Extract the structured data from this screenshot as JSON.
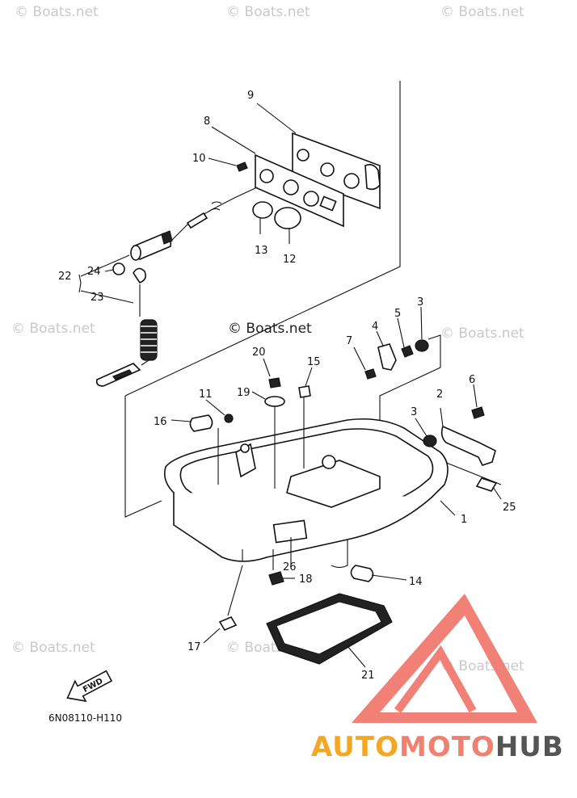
{
  "diagram": {
    "callouts": [
      "1",
      "2",
      "3",
      "3",
      "4",
      "5",
      "6",
      "7",
      "8",
      "9",
      "10",
      "11",
      "12",
      "13",
      "14",
      "15",
      "16",
      "17",
      "18",
      "19",
      "20",
      "21",
      "22",
      "23",
      "24",
      "25",
      "26"
    ],
    "fwd_label": "FWD",
    "drawing_code": "6N08110-H110"
  },
  "watermark": {
    "text": "© Boats.net",
    "highlight_text": "© Boats.net"
  },
  "brand": {
    "part1": "AUTO",
    "part2": "MOTO",
    "part3": "HUB",
    "color1": "#f5a623",
    "color2": "#f08070",
    "color3": "#555555"
  },
  "colors": {
    "logo_triangle": "#f07a70",
    "line": "#111111"
  }
}
